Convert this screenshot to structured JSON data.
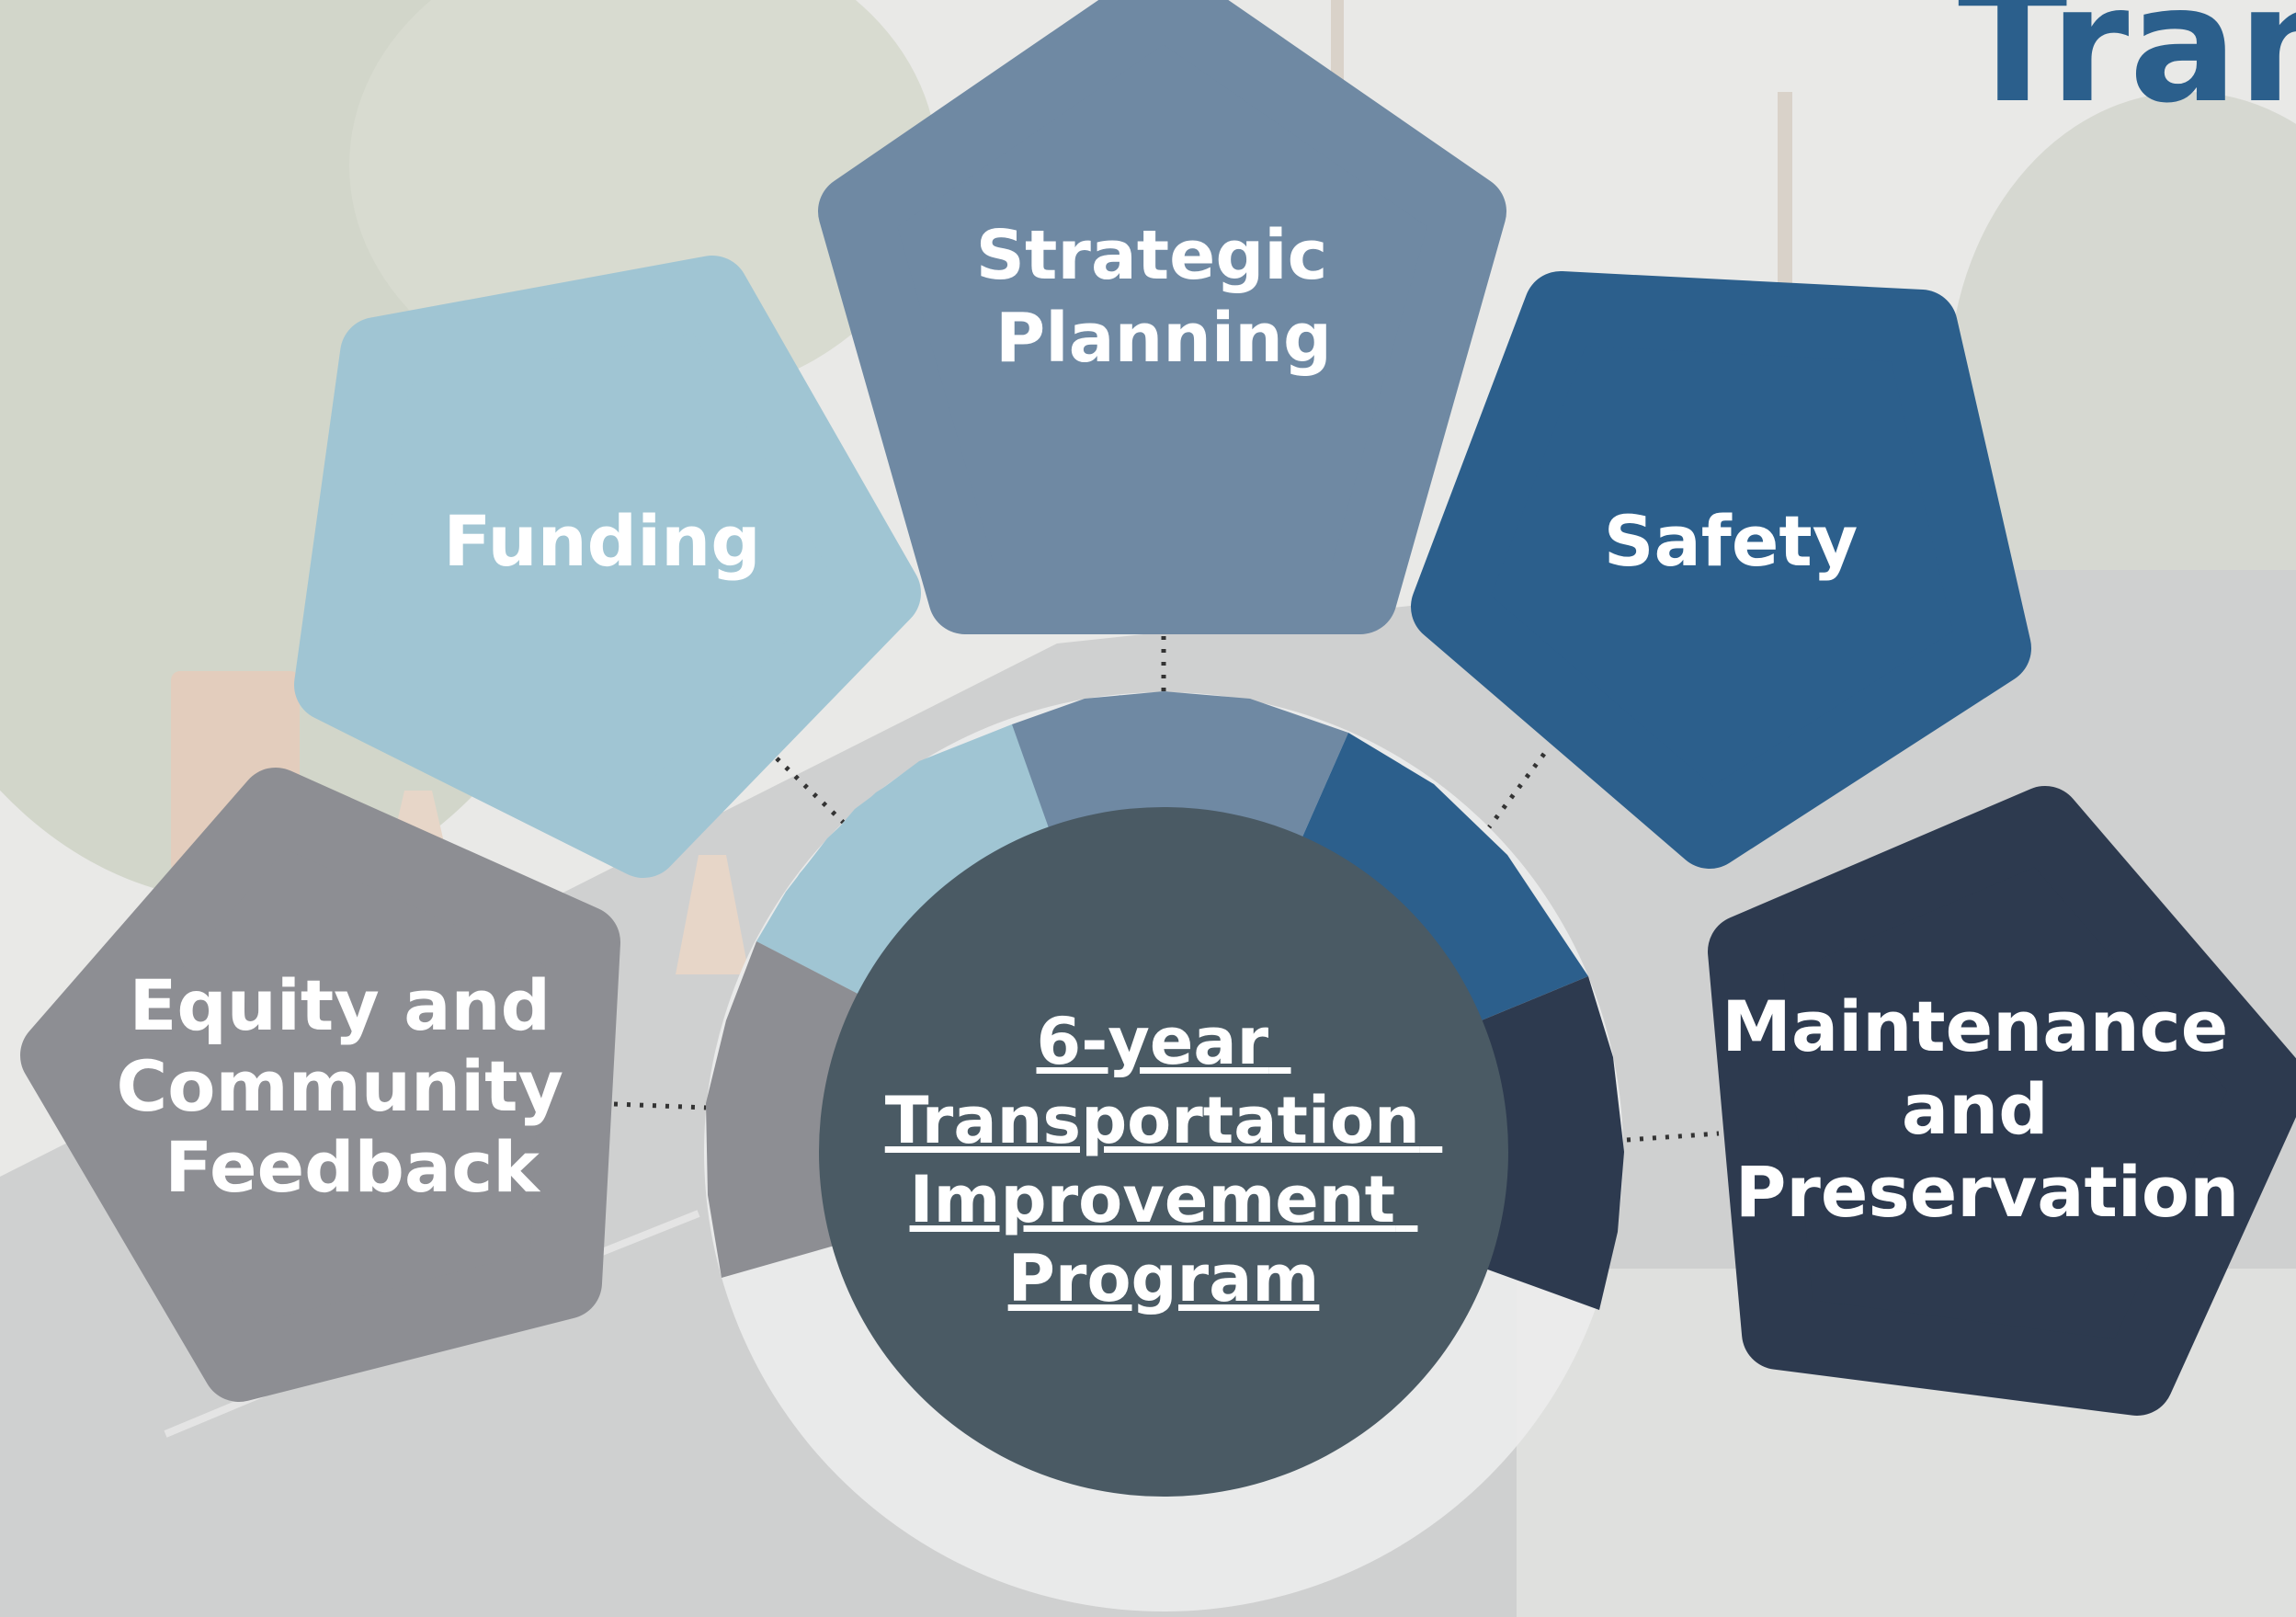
{
  "corner_title": "Tran",
  "center": {
    "label_lines": [
      "6-year",
      "Transportation",
      "Improvement",
      "Program"
    ],
    "color": "#4a5a64"
  },
  "nodes": [
    {
      "id": "strategic-planning",
      "lines": [
        "Strategic",
        "Planning"
      ],
      "color": "#6f89a3"
    },
    {
      "id": "funding",
      "lines": [
        "Funding"
      ],
      "color": "#a0c5d3"
    },
    {
      "id": "safety",
      "lines": [
        "Safety"
      ],
      "color": "#2c5f8c"
    },
    {
      "id": "equity",
      "lines": [
        "Equity and",
        "Community",
        "Feedback"
      ],
      "color": "#8d8e93"
    },
    {
      "id": "maintenance",
      "lines": [
        "Maintenance",
        "and",
        "Preservation"
      ],
      "color": "#2d3a4f"
    }
  ],
  "ring_colors": {
    "base": "#ebebeb",
    "funding": "#a0c5d3",
    "strategic": "#6f89a3",
    "safety": "#2c5f8c",
    "maintenance": "#2d3a4f",
    "equity": "#8d8e93"
  }
}
